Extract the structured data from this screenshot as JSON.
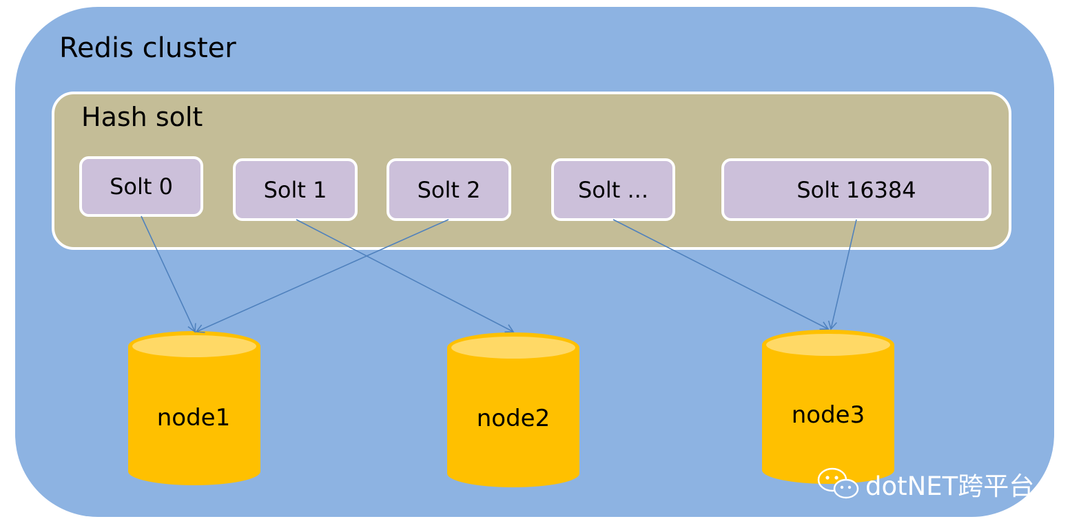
{
  "cluster": {
    "title": "Redis cluster"
  },
  "hash_slot": {
    "title": "Hash solt",
    "slots": [
      "Solt 0",
      "Solt 1",
      "Solt 2",
      "Solt ...",
      "Solt 16384"
    ]
  },
  "nodes": [
    "node1",
    "node2",
    "node3"
  ],
  "mappings": [
    {
      "from": "Solt 0",
      "to": "node1"
    },
    {
      "from": "Solt 1",
      "to": "node2"
    },
    {
      "from": "Solt 2",
      "to": "node1"
    },
    {
      "from": "Solt ...",
      "to": "node3"
    },
    {
      "from": "Solt 16384",
      "to": "node3"
    }
  ],
  "watermark": {
    "text": "dotNET跨平台",
    "icon": "wechat-icon"
  },
  "colors": {
    "cluster_bg": "#8db3e2",
    "hash_bg": "#c4bd97",
    "slot_bg": "#ccc0da",
    "node_fill": "#ffc000",
    "node_top": "#ffd966",
    "arrow": "#4f81bd"
  }
}
